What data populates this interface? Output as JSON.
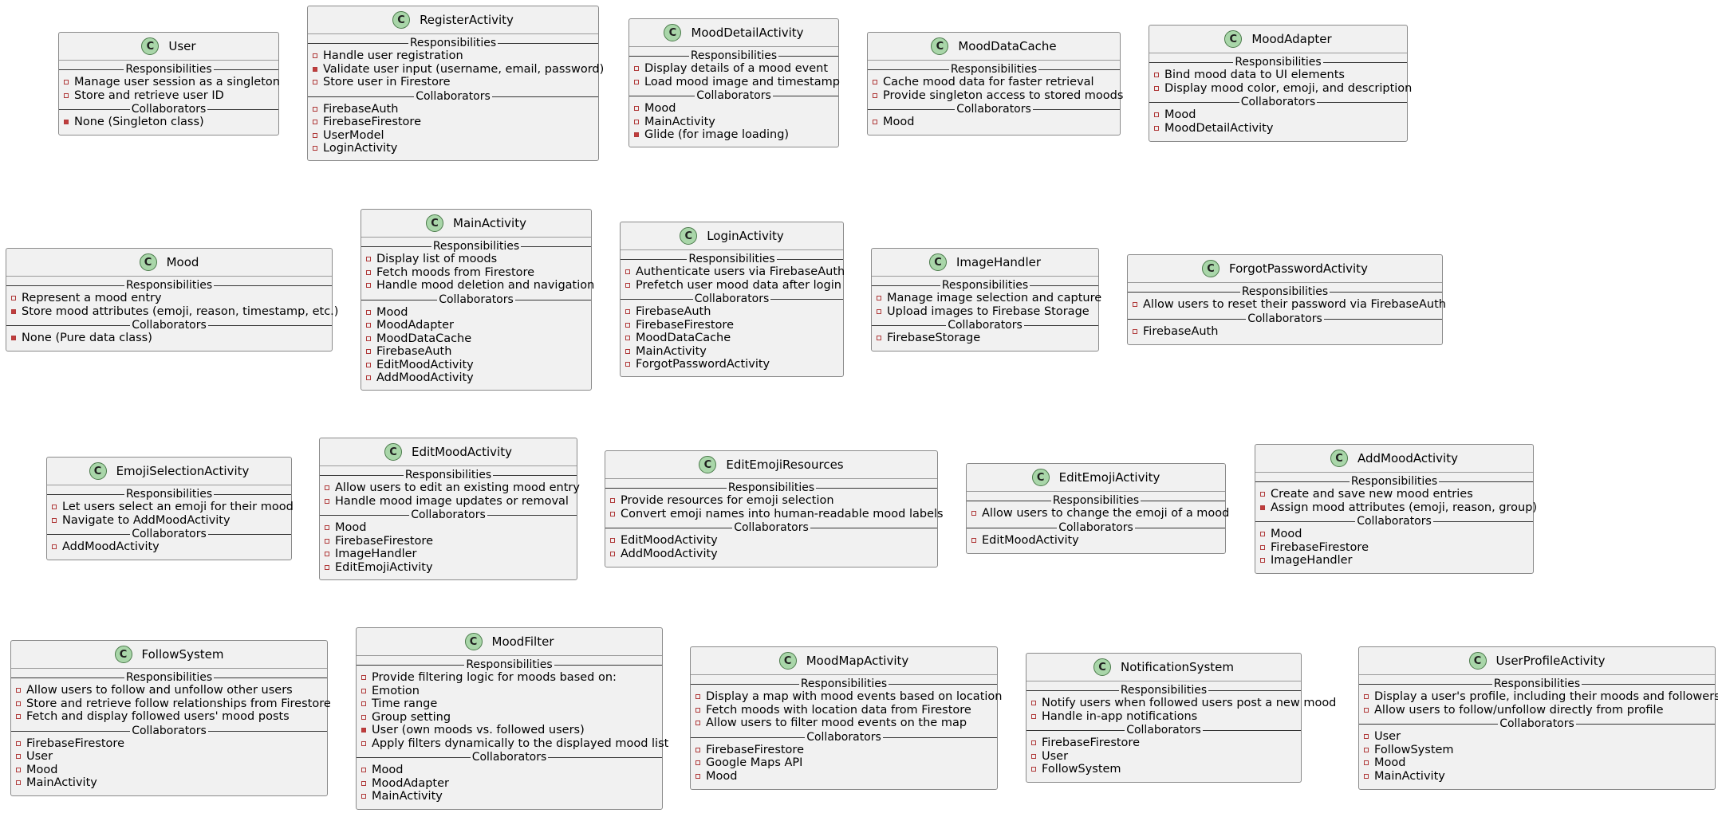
{
  "section_labels": {
    "responsibilities": "Responsibilities",
    "collaborators": "Collaborators"
  },
  "class_badge": "C",
  "classes": [
    {
      "name": "User",
      "responsibilities": [
        {
          "text": "Manage user session as a singleton",
          "marker": "hollow"
        },
        {
          "text": "Store and retrieve user ID",
          "marker": "hollow"
        }
      ],
      "collaborators": [
        {
          "text": "None (Singleton class)",
          "marker": "filled"
        }
      ]
    },
    {
      "name": "RegisterActivity",
      "responsibilities": [
        {
          "text": "Handle user registration",
          "marker": "hollow"
        },
        {
          "text": "Validate user input (username, email, password)",
          "marker": "filled"
        },
        {
          "text": "Store user in Firestore",
          "marker": "hollow"
        }
      ],
      "collaborators": [
        {
          "text": "FirebaseAuth",
          "marker": "hollow"
        },
        {
          "text": "FirebaseFirestore",
          "marker": "hollow"
        },
        {
          "text": "UserModel",
          "marker": "hollow"
        },
        {
          "text": "LoginActivity",
          "marker": "hollow"
        }
      ]
    },
    {
      "name": "MoodDetailActivity",
      "responsibilities": [
        {
          "text": "Display details of a mood event",
          "marker": "hollow"
        },
        {
          "text": "Load mood image and timestamp",
          "marker": "hollow"
        }
      ],
      "collaborators": [
        {
          "text": "Mood",
          "marker": "hollow"
        },
        {
          "text": "MainActivity",
          "marker": "hollow"
        },
        {
          "text": "Glide (for image loading)",
          "marker": "filled"
        }
      ]
    },
    {
      "name": "MoodDataCache",
      "responsibilities": [
        {
          "text": "Cache mood data for faster retrieval",
          "marker": "hollow"
        },
        {
          "text": "Provide singleton access to stored moods",
          "marker": "hollow"
        }
      ],
      "collaborators": [
        {
          "text": "Mood",
          "marker": "hollow"
        }
      ]
    },
    {
      "name": "MoodAdapter",
      "responsibilities": [
        {
          "text": "Bind mood data to UI elements",
          "marker": "hollow"
        },
        {
          "text": "Display mood color, emoji, and description",
          "marker": "hollow"
        }
      ],
      "collaborators": [
        {
          "text": "Mood",
          "marker": "hollow"
        },
        {
          "text": "MoodDetailActivity",
          "marker": "hollow"
        }
      ]
    },
    {
      "name": "Mood",
      "responsibilities": [
        {
          "text": "Represent a mood entry",
          "marker": "hollow"
        },
        {
          "text": "Store mood attributes (emoji, reason, timestamp, etc.)",
          "marker": "filled"
        }
      ],
      "collaborators": [
        {
          "text": "None (Pure data class)",
          "marker": "filled"
        }
      ]
    },
    {
      "name": "MainActivity",
      "responsibilities": [
        {
          "text": "Display list of moods",
          "marker": "hollow"
        },
        {
          "text": "Fetch moods from Firestore",
          "marker": "hollow"
        },
        {
          "text": "Handle mood deletion and navigation",
          "marker": "hollow"
        }
      ],
      "collaborators": [
        {
          "text": "Mood",
          "marker": "hollow"
        },
        {
          "text": "MoodAdapter",
          "marker": "hollow"
        },
        {
          "text": "MoodDataCache",
          "marker": "hollow"
        },
        {
          "text": "FirebaseAuth",
          "marker": "hollow"
        },
        {
          "text": "EditMoodActivity",
          "marker": "hollow"
        },
        {
          "text": "AddMoodActivity",
          "marker": "hollow"
        }
      ]
    },
    {
      "name": "LoginActivity",
      "responsibilities": [
        {
          "text": "Authenticate users via FirebaseAuth",
          "marker": "hollow"
        },
        {
          "text": "Prefetch user mood data after login",
          "marker": "hollow"
        }
      ],
      "collaborators": [
        {
          "text": "FirebaseAuth",
          "marker": "hollow"
        },
        {
          "text": "FirebaseFirestore",
          "marker": "hollow"
        },
        {
          "text": "MoodDataCache",
          "marker": "hollow"
        },
        {
          "text": "MainActivity",
          "marker": "hollow"
        },
        {
          "text": "ForgotPasswordActivity",
          "marker": "hollow"
        }
      ]
    },
    {
      "name": "ImageHandler",
      "responsibilities": [
        {
          "text": "Manage image selection and capture",
          "marker": "hollow"
        },
        {
          "text": "Upload images to Firebase Storage",
          "marker": "hollow"
        }
      ],
      "collaborators": [
        {
          "text": "FirebaseStorage",
          "marker": "hollow"
        }
      ]
    },
    {
      "name": "ForgotPasswordActivity",
      "responsibilities": [
        {
          "text": "Allow users to reset their password via FirebaseAuth",
          "marker": "hollow"
        }
      ],
      "collaborators": [
        {
          "text": "FirebaseAuth",
          "marker": "hollow"
        }
      ]
    },
    {
      "name": "EmojiSelectionActivity",
      "responsibilities": [
        {
          "text": "Let users select an emoji for their mood",
          "marker": "hollow"
        },
        {
          "text": "Navigate to AddMoodActivity",
          "marker": "hollow"
        }
      ],
      "collaborators": [
        {
          "text": "AddMoodActivity",
          "marker": "hollow"
        }
      ]
    },
    {
      "name": "EditMoodActivity",
      "responsibilities": [
        {
          "text": "Allow users to edit an existing mood entry",
          "marker": "hollow"
        },
        {
          "text": "Handle mood image updates or removal",
          "marker": "hollow"
        }
      ],
      "collaborators": [
        {
          "text": "Mood",
          "marker": "hollow"
        },
        {
          "text": "FirebaseFirestore",
          "marker": "hollow"
        },
        {
          "text": "ImageHandler",
          "marker": "hollow"
        },
        {
          "text": "EditEmojiActivity",
          "marker": "hollow"
        }
      ]
    },
    {
      "name": "EditEmojiResources",
      "responsibilities": [
        {
          "text": "Provide resources for emoji selection",
          "marker": "hollow"
        },
        {
          "text": "Convert emoji names into human-readable mood labels",
          "marker": "hollow"
        }
      ],
      "collaborators": [
        {
          "text": "EditMoodActivity",
          "marker": "hollow"
        },
        {
          "text": "AddMoodActivity",
          "marker": "hollow"
        }
      ]
    },
    {
      "name": "EditEmojiActivity",
      "responsibilities": [
        {
          "text": "Allow users to change the emoji of a mood",
          "marker": "hollow"
        }
      ],
      "collaborators": [
        {
          "text": "EditMoodActivity",
          "marker": "hollow"
        }
      ]
    },
    {
      "name": "AddMoodActivity",
      "responsibilities": [
        {
          "text": "Create and save new mood entries",
          "marker": "hollow"
        },
        {
          "text": "Assign mood attributes (emoji, reason, group)",
          "marker": "filled"
        }
      ],
      "collaborators": [
        {
          "text": "Mood",
          "marker": "hollow"
        },
        {
          "text": "FirebaseFirestore",
          "marker": "hollow"
        },
        {
          "text": "ImageHandler",
          "marker": "hollow"
        }
      ]
    },
    {
      "name": "FollowSystem",
      "responsibilities": [
        {
          "text": "Allow users to follow and unfollow other users",
          "marker": "hollow"
        },
        {
          "text": "Store and retrieve follow relationships from Firestore",
          "marker": "hollow"
        },
        {
          "text": "Fetch and display followed users' mood posts",
          "marker": "hollow"
        }
      ],
      "collaborators": [
        {
          "text": "FirebaseFirestore",
          "marker": "hollow"
        },
        {
          "text": "User",
          "marker": "hollow"
        },
        {
          "text": "Mood",
          "marker": "hollow"
        },
        {
          "text": "MainActivity",
          "marker": "hollow"
        }
      ]
    },
    {
      "name": "MoodFilter",
      "responsibilities": [
        {
          "text": "Provide filtering logic for moods based on:",
          "marker": "hollow"
        },
        {
          "text": "Emotion",
          "marker": "hollow"
        },
        {
          "text": "Time range",
          "marker": "hollow"
        },
        {
          "text": "Group setting",
          "marker": "hollow"
        },
        {
          "text": "User (own moods vs. followed users)",
          "marker": "filled"
        },
        {
          "text": "Apply filters dynamically to the displayed mood list",
          "marker": "hollow"
        }
      ],
      "collaborators": [
        {
          "text": "Mood",
          "marker": "hollow"
        },
        {
          "text": "MoodAdapter",
          "marker": "hollow"
        },
        {
          "text": "MainActivity",
          "marker": "hollow"
        }
      ]
    },
    {
      "name": "MoodMapActivity",
      "responsibilities": [
        {
          "text": "Display a map with mood events based on location",
          "marker": "hollow"
        },
        {
          "text": "Fetch moods with location data from Firestore",
          "marker": "hollow"
        },
        {
          "text": "Allow users to filter mood events on the map",
          "marker": "hollow"
        }
      ],
      "collaborators": [
        {
          "text": "FirebaseFirestore",
          "marker": "hollow"
        },
        {
          "text": "Google Maps API",
          "marker": "hollow"
        },
        {
          "text": "Mood",
          "marker": "hollow"
        }
      ]
    },
    {
      "name": "NotificationSystem",
      "responsibilities": [
        {
          "text": "Notify users when followed users post a new mood",
          "marker": "hollow"
        },
        {
          "text": "Handle in-app notifications",
          "marker": "hollow"
        }
      ],
      "collaborators": [
        {
          "text": "FirebaseFirestore",
          "marker": "hollow"
        },
        {
          "text": "User",
          "marker": "hollow"
        },
        {
          "text": "FollowSystem",
          "marker": "hollow"
        }
      ]
    },
    {
      "name": "UserProfileActivity",
      "responsibilities": [
        {
          "text": "Display a user's profile, including their moods and followers",
          "marker": "hollow"
        },
        {
          "text": "Allow users to follow/unfollow directly from profile",
          "marker": "hollow"
        }
      ],
      "collaborators": [
        {
          "text": "User",
          "marker": "hollow"
        },
        {
          "text": "FollowSystem",
          "marker": "hollow"
        },
        {
          "text": "Mood",
          "marker": "hollow"
        },
        {
          "text": "MainActivity",
          "marker": "hollow"
        }
      ]
    }
  ]
}
